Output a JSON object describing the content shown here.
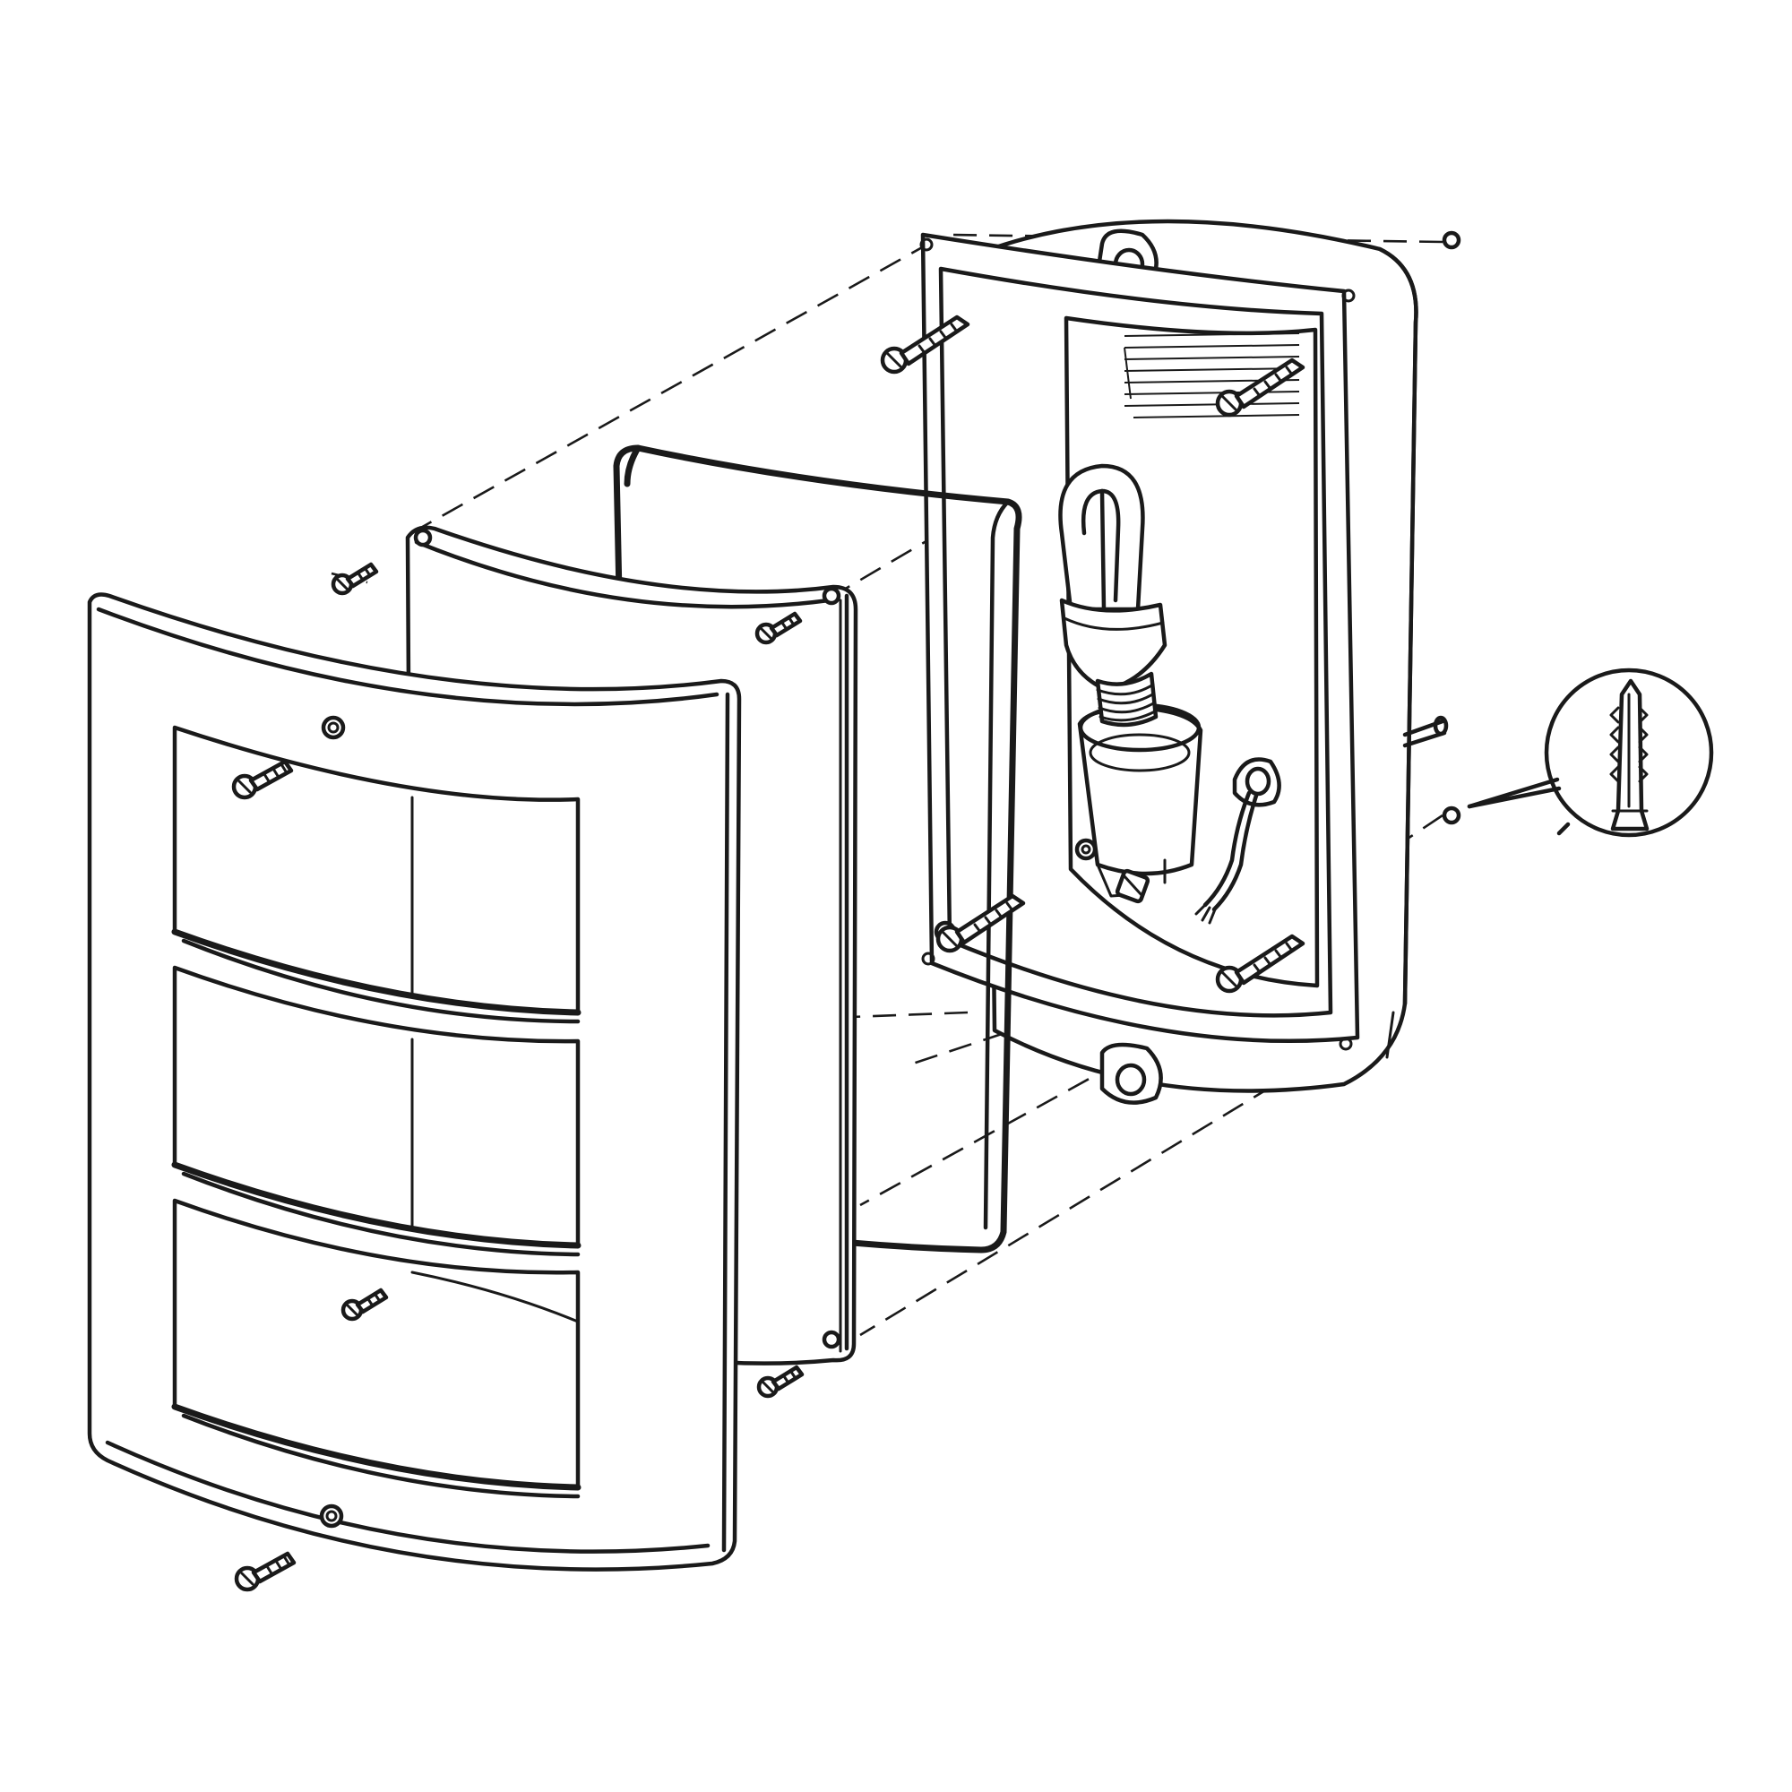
{
  "diagram": {
    "kind": "exploded-assembly-view",
    "labels": [],
    "parts": [
      {
        "id": "wall-housing",
        "icon": "housing-box"
      },
      {
        "id": "rubber-gasket",
        "icon": "gasket-outline"
      },
      {
        "id": "wire-guard",
        "icon": "wire-frame"
      },
      {
        "id": "glass-diffuser",
        "icon": "curved-panel"
      },
      {
        "id": "front-cover-frame",
        "icon": "three-window-frame"
      },
      {
        "id": "cfl-bulb",
        "icon": "lightbulb"
      },
      {
        "id": "lamp-socket",
        "icon": "socket"
      },
      {
        "id": "cable-grommet",
        "icon": "grommet"
      },
      {
        "id": "mounting-screws",
        "icon": "screw",
        "count": 4
      },
      {
        "id": "cover-screws",
        "icon": "screw",
        "count": 6
      },
      {
        "id": "wall-plug-detail",
        "icon": "wall-plug"
      }
    ],
    "colors": {
      "line": "#1a1a1a",
      "background": "#ffffff"
    }
  }
}
